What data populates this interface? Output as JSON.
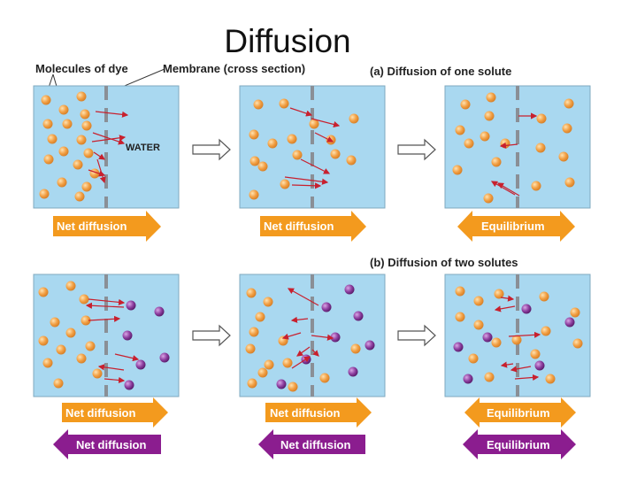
{
  "title": "Diffusion",
  "labels": {
    "molecules_of_dye": "Molecules of dye",
    "membrane": "Membrane (cross section)",
    "part_a": "(a) Diffusion of one solute",
    "part_b": "(b) Diffusion of two solutes",
    "water": "WATER"
  },
  "arrows": {
    "row_a": [
      "Net diffusion",
      "Net diffusion",
      "Equilibrium"
    ],
    "row_b_orange": [
      "Net diffusion",
      "Net diffusion",
      "Equilibrium"
    ],
    "row_b_purple": [
      "Net diffusion",
      "Net diffusion",
      "Equilibrium"
    ]
  },
  "colors": {
    "water": "#a9d8f0",
    "membrane": "#8a8f96",
    "orange_solute": "#f2a044",
    "purple_solute": "#8e3fa0",
    "orange_arrow": "#f39a1e",
    "purple_arrow": "#8b1d8f",
    "motion_arrow": "#c8202e"
  }
}
